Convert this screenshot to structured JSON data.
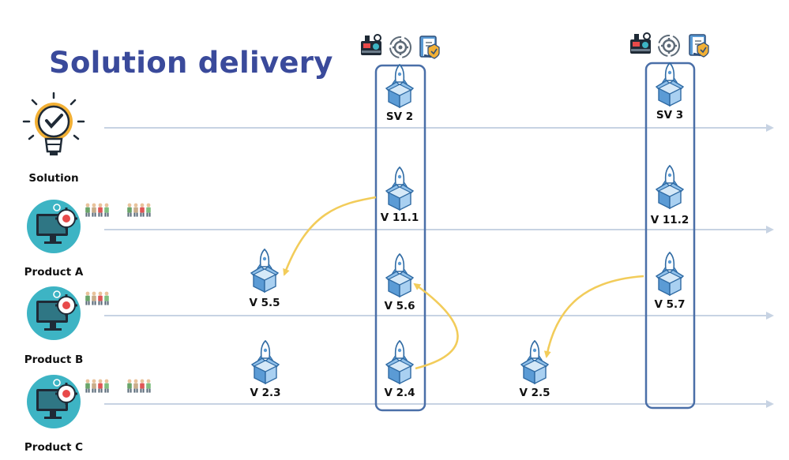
{
  "title": "Solution delivery",
  "rows": [
    {
      "label": "Solution",
      "icon": "lightbulb-check-icon"
    },
    {
      "label": "Product A",
      "icon": "monitor-gear-icon",
      "team_icon": "team-people-icon"
    },
    {
      "label": "Product B",
      "icon": "monitor-gear-icon",
      "team_icon": "team-people-icon"
    },
    {
      "label": "Product C",
      "icon": "monitor-gear-icon",
      "team_icon": "team-people-icon"
    }
  ],
  "releases": [
    {
      "label": "SV 2",
      "icon": "rocket-box-icon"
    },
    {
      "label": "V 11.1",
      "icon": "rocket-box-icon"
    },
    {
      "label": "V 5.6",
      "icon": "rocket-box-icon"
    },
    {
      "label": "V 2.4",
      "icon": "rocket-box-icon"
    },
    {
      "label": "SV 3",
      "icon": "rocket-box-icon"
    },
    {
      "label": "V 11.2",
      "icon": "rocket-box-icon"
    },
    {
      "label": "V 5.7",
      "icon": "rocket-box-icon"
    },
    {
      "label": "V 5.5",
      "icon": "rocket-box-icon"
    },
    {
      "label": "V 2.3",
      "icon": "rocket-box-icon"
    },
    {
      "label": "V 2.5",
      "icon": "rocket-box-icon"
    }
  ],
  "stage_icons": [
    "machine-icon",
    "gear-cycle-icon",
    "checklist-shield-icon"
  ],
  "colors": {
    "title": "#3a4a9b",
    "timeline": "#c7d3e3",
    "group_frame": "#4a6fa8",
    "dependency": "#f2cc5a",
    "box": "#5b9bd5",
    "monitor": "#3db4c4",
    "bulb": "#f2b035"
  }
}
